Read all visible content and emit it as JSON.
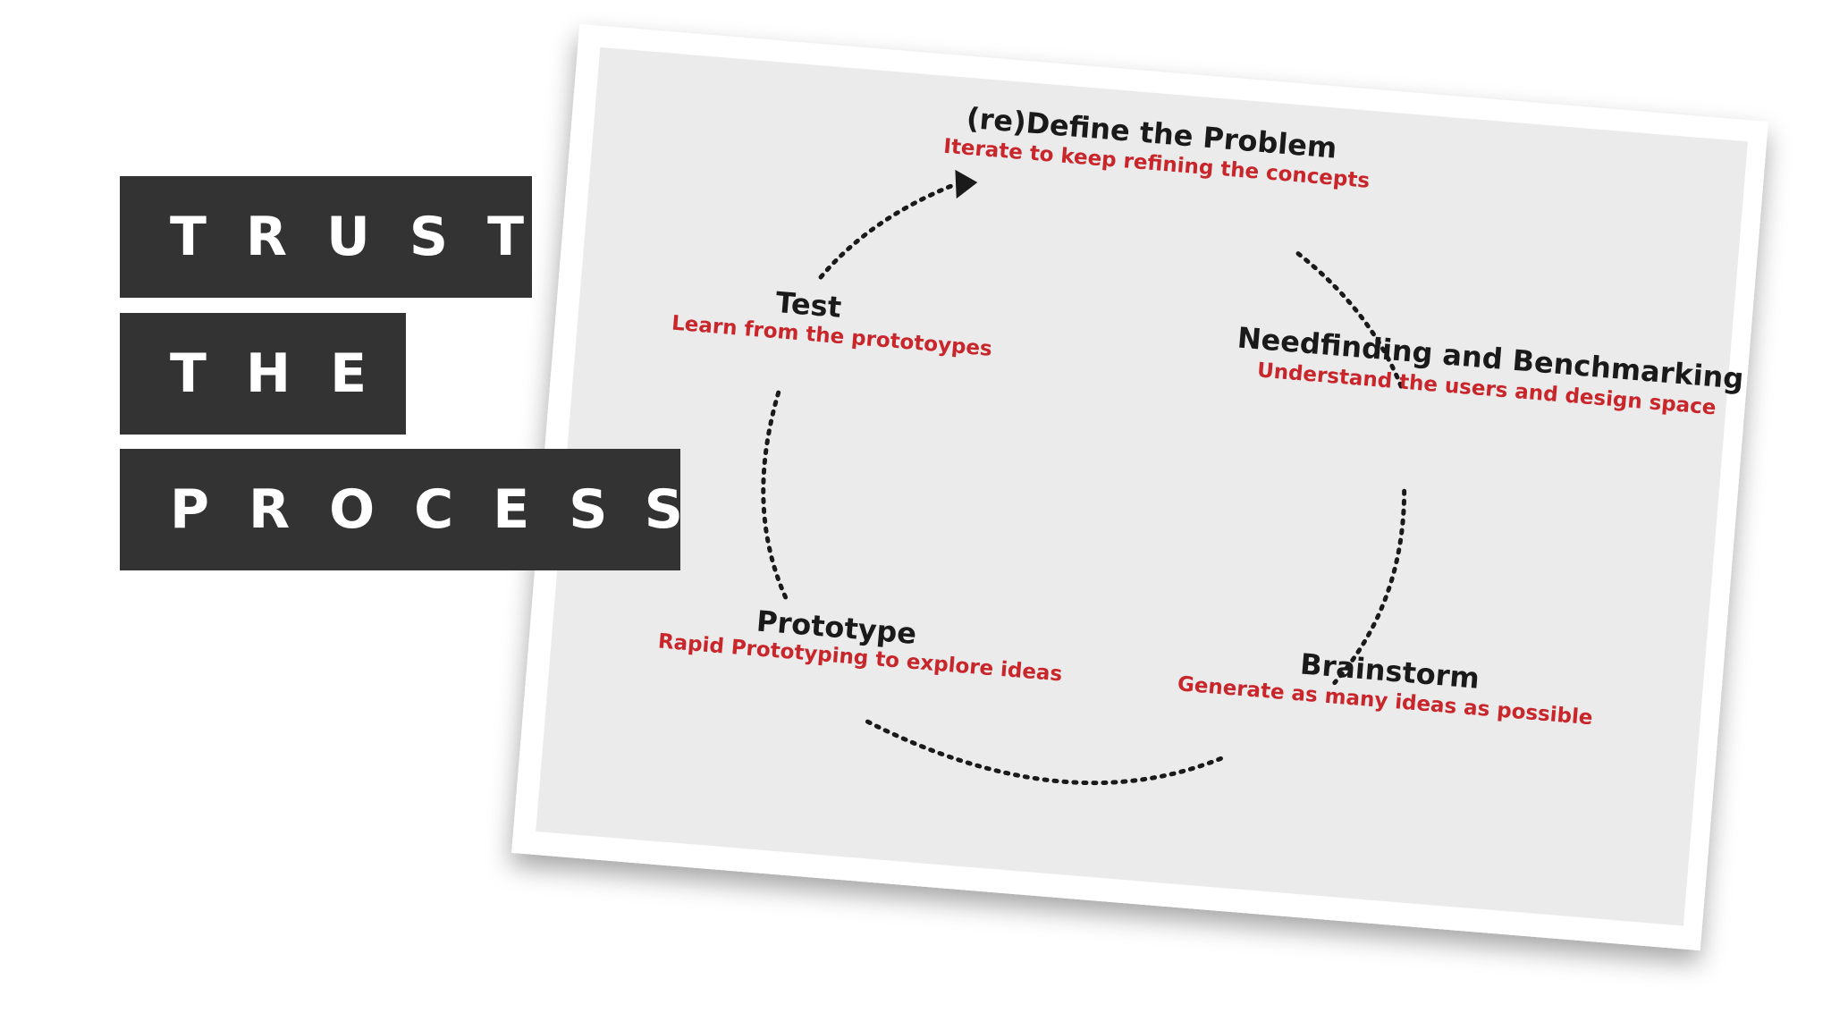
{
  "title_lines": [
    "TRUST",
    "THE",
    "PROCESS"
  ],
  "cycle": {
    "stages": [
      {
        "title": "(re)Define the Problem",
        "subtitle": "Iterate to keep refining the concepts"
      },
      {
        "title": "Needfinding and Benchmarking",
        "subtitle": "Understand the users and design space"
      },
      {
        "title": "Brainstorm",
        "subtitle": "Generate as many ideas as possible"
      },
      {
        "title": "Prototype",
        "subtitle": "Rapid Prototyping to explore ideas"
      },
      {
        "title": "Test",
        "subtitle": "Learn from the prototoypes"
      }
    ]
  },
  "colors": {
    "title_block_bg": "#333333",
    "title_text": "#ffffff",
    "stage_title": "#1a1a1a",
    "stage_subtitle": "#c8262b",
    "photo_bg": "#ebebeb"
  }
}
